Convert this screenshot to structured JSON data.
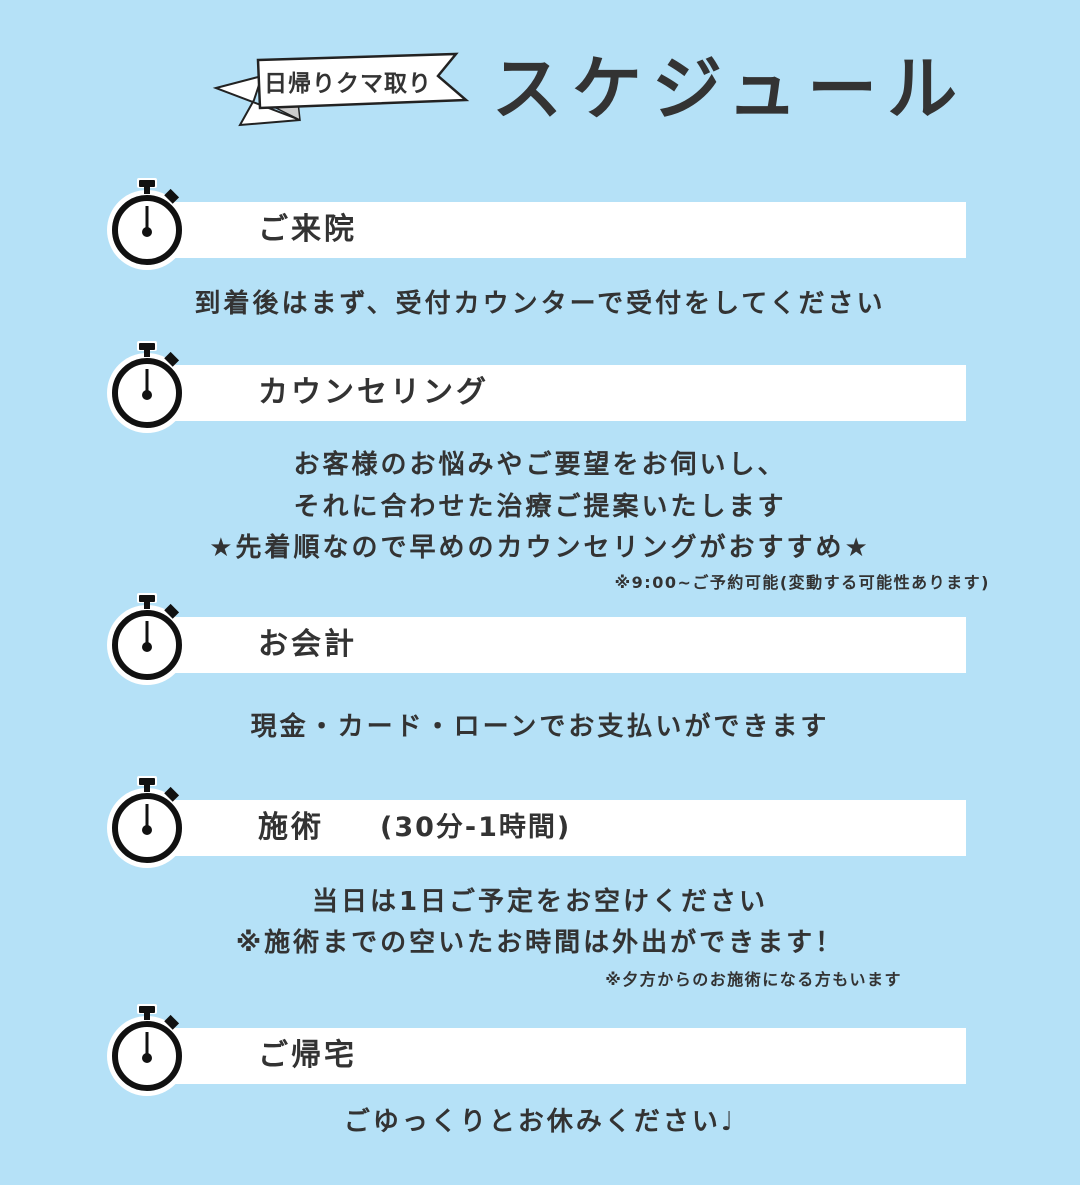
{
  "header": {
    "ribbon": "日帰りクマ取り",
    "title": "スケジュール"
  },
  "colors": {
    "background": "#b5e1f7",
    "band": "#ffffff",
    "text": "#333333"
  },
  "steps": [
    {
      "label": "ご来院",
      "lines": [
        "到着後はまず、受付カウンターで受付をしてください"
      ]
    },
    {
      "label": "カウンセリング",
      "lines": [
        "お客様のお悩みやご要望をお伺いし、",
        "それに合わせた治療ご提案いたします",
        "★先着順なので早めのカウンセリングがおすすめ★"
      ],
      "note": "※9:00~ご予約可能(変動する可能性あります)"
    },
    {
      "label": "お会計",
      "lines": [
        "現金・カード・ローンでお支払いができます"
      ]
    },
    {
      "label": "施術",
      "duration": "(30分-1時間)",
      "lines": [
        "当日は1日ご予定をお空けください",
        "※施術までの空いたお時間は外出ができます！"
      ],
      "note": "※夕方からのお施術になる方もいます"
    },
    {
      "label": "ご帰宅",
      "lines": [
        "ごゆっくりとお休みください♩"
      ]
    }
  ]
}
